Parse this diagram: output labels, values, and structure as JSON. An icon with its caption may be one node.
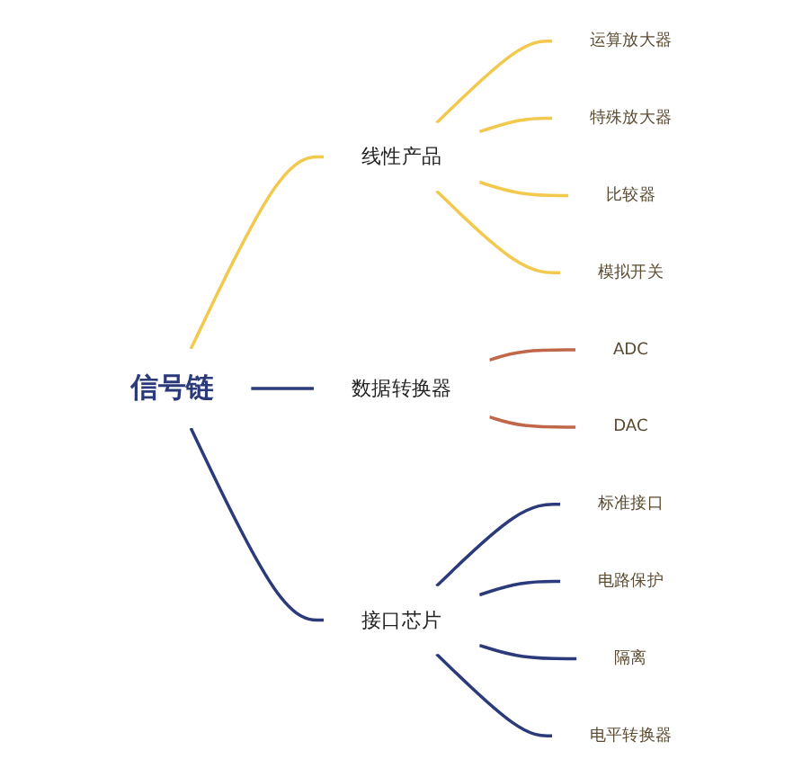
{
  "diagram": {
    "nodes": [
      {
        "text": [
          "信号链"
        ]
      },
      {
        "text": [
          "线性产品"
        ]
      },
      {
        "text": [
          "数据转换器"
        ]
      },
      {
        "text": [
          "接口芯片"
        ]
      },
      {
        "text": [
          "运算放大器"
        ]
      },
      {
        "text": [
          "特殊放大器"
        ]
      },
      {
        "text": [
          "比较器"
        ]
      },
      {
        "text": [
          "模拟开关"
        ]
      },
      {
        "text": [
          "ADC"
        ]
      },
      {
        "text": [
          "DAC"
        ]
      },
      {
        "text": [
          "标准接口"
        ]
      },
      {
        "text": [
          "电路保护"
        ]
      },
      {
        "text": [
          "隔离"
        ]
      },
      {
        "text": [
          "电平转换器"
        ]
      }
    ],
    "edges": [
      {
        "from": 0,
        "to": 1,
        "arrow": "none",
        "color": "#f2c94c"
      },
      {
        "from": 0,
        "to": 2,
        "arrow": "none"
      },
      {
        "from": 0,
        "to": 3,
        "arrow": "none"
      },
      {
        "from": 1,
        "to": 4,
        "arrow": "none",
        "color": "#f2c94c"
      },
      {
        "from": 1,
        "to": 5,
        "arrow": "none",
        "color": "#f2c94c"
      },
      {
        "from": 1,
        "to": 6,
        "arrow": "none",
        "color": "#f2c94c"
      },
      {
        "from": 1,
        "to": 7,
        "arrow": "none",
        "color": "#f2c94c"
      },
      {
        "from": 2,
        "to": 8,
        "arrow": "none",
        "color": "#c0674a"
      },
      {
        "from": 2,
        "to": 9,
        "arrow": "none",
        "color": "#c0674a"
      },
      {
        "from": 3,
        "to": 10,
        "arrow": "none"
      },
      {
        "from": 3,
        "to": 11,
        "arrow": "none"
      },
      {
        "from": 3,
        "to": 12,
        "arrow": "none"
      },
      {
        "from": 3,
        "to": 13,
        "arrow": "none"
      }
    ]
  }
}
